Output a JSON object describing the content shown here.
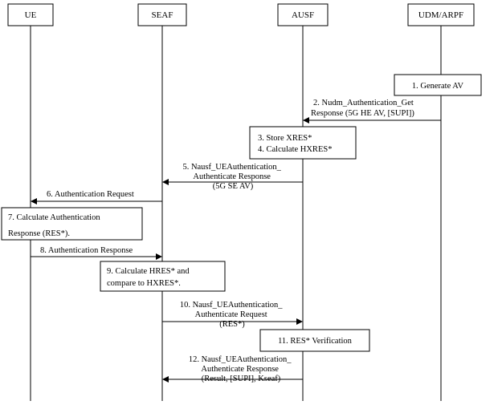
{
  "entities": [
    {
      "id": "ue",
      "label": "UE"
    },
    {
      "id": "seaf",
      "label": "SEAF"
    },
    {
      "id": "ausf",
      "label": "AUSF"
    },
    {
      "id": "udm",
      "label": "UDM/ARPF"
    }
  ],
  "steps": {
    "s1": {
      "lines": [
        "1. Generate AV"
      ]
    },
    "s2": {
      "lines": [
        "2. Nudm_Authentication_Get",
        "Response (5G HE AV, [SUPI])"
      ]
    },
    "s3": {
      "lines": [
        "3. Store XRES*",
        "4. Calculate HXRES*"
      ]
    },
    "s5": {
      "lines": [
        "5. Nausf_UEAuthentication_",
        "Authenticate Response",
        "(5G SE AV)"
      ]
    },
    "s6": {
      "lines": [
        "6. Authentication Request"
      ]
    },
    "s7": {
      "lines": [
        "7. Calculate Authentication",
        "Response (RES*)."
      ]
    },
    "s8": {
      "lines": [
        "8. Authentication Response"
      ]
    },
    "s9": {
      "lines": [
        "9. Calculate HRES* and",
        "compare to HXRES*."
      ]
    },
    "s10": {
      "lines": [
        "10. Nausf_UEAuthentication_",
        "Authenticate Request",
        "(RES*)"
      ]
    },
    "s11": {
      "lines": [
        "11. RES* Verification"
      ]
    },
    "s12": {
      "lines": [
        "12. Nausf_UEAuthentication_",
        "Authenticate Response",
        "(Result, [SUPI], Kseaf)"
      ]
    }
  },
  "colors": {
    "stroke": "#000000",
    "background": "#ffffff"
  }
}
